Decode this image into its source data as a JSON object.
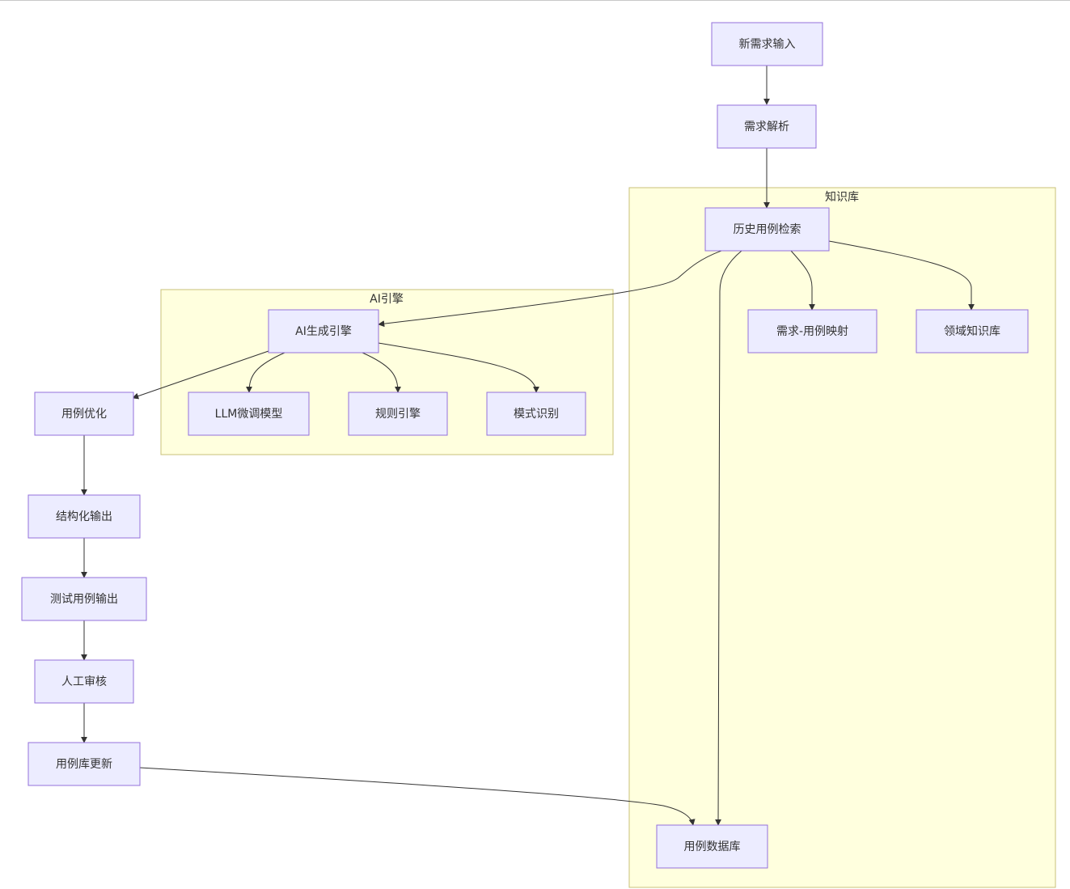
{
  "clusters": {
    "ai_engine": {
      "label": "AI引擎"
    },
    "knowledge_base": {
      "label": "知识库"
    }
  },
  "nodes": {
    "new_req": "新需求输入",
    "req_parse": "需求解析",
    "hist_search": "历史用例检索",
    "ai_gen": "AI生成引擎",
    "req_map": "需求-用例映射",
    "domain_kb": "领域知识库",
    "case_opt": "用例优化",
    "llm": "LLM微调模型",
    "rule_engine": "规则引擎",
    "pattern": "模式识别",
    "struct_out": "结构化输出",
    "test_out": "测试用例输出",
    "review": "人工审核",
    "lib_update": "用例库更新",
    "case_db": "用例数据库"
  },
  "edges": [
    {
      "from": "new_req",
      "to": "req_parse"
    },
    {
      "from": "req_parse",
      "to": "hist_search"
    },
    {
      "from": "hist_search",
      "to": "ai_gen"
    },
    {
      "from": "hist_search",
      "to": "case_db"
    },
    {
      "from": "hist_search",
      "to": "req_map"
    },
    {
      "from": "hist_search",
      "to": "domain_kb"
    },
    {
      "from": "ai_gen",
      "to": "case_opt"
    },
    {
      "from": "ai_gen",
      "to": "llm"
    },
    {
      "from": "ai_gen",
      "to": "rule_engine"
    },
    {
      "from": "ai_gen",
      "to": "pattern"
    },
    {
      "from": "case_opt",
      "to": "struct_out"
    },
    {
      "from": "struct_out",
      "to": "test_out"
    },
    {
      "from": "test_out",
      "to": "review"
    },
    {
      "from": "review",
      "to": "lib_update"
    },
    {
      "from": "lib_update",
      "to": "case_db"
    }
  ],
  "colors": {
    "node_fill": "#ececff",
    "node_stroke": "#9370db",
    "cluster_fill": "#ffffde",
    "cluster_stroke": "#c8c07a",
    "edge": "#333333"
  }
}
